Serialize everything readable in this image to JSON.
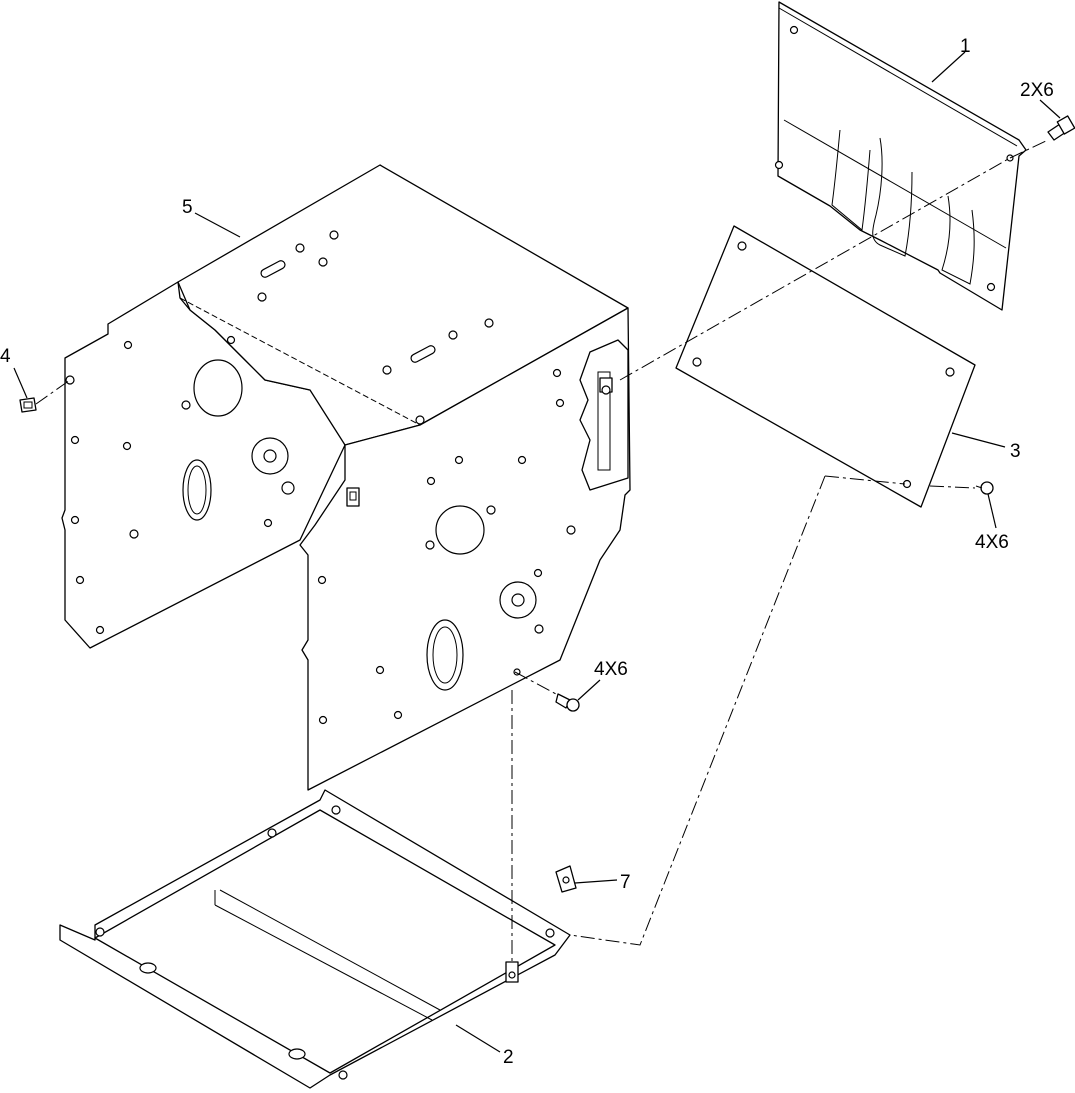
{
  "callouts": {
    "c1": "1",
    "c2x6": "2X6",
    "c3": "3",
    "c4x6_right": "4X6",
    "c4": "4",
    "c5": "5",
    "c4x6_center": "4X6",
    "c7": "7",
    "c2": "2"
  }
}
